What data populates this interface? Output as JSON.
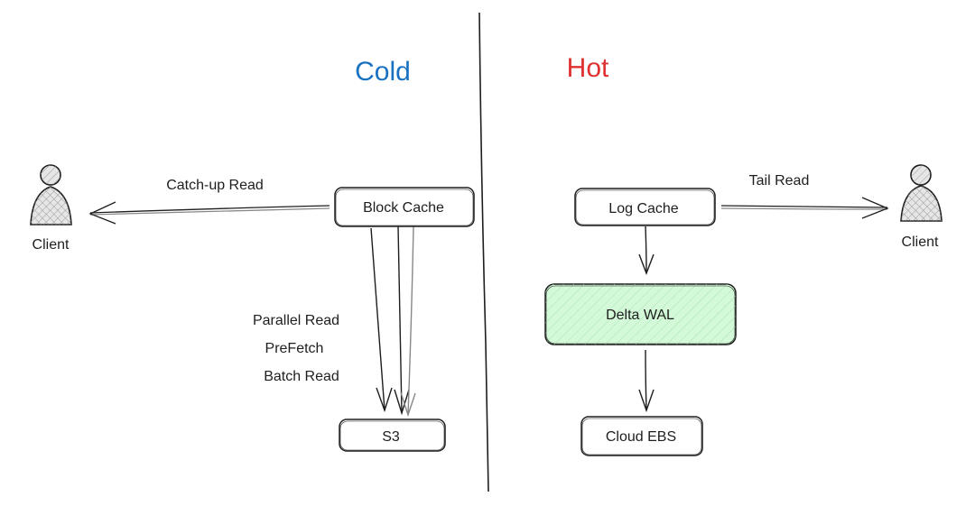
{
  "sections": {
    "cold": {
      "title": "Cold",
      "color": "#1971c2"
    },
    "hot": {
      "title": "Hot",
      "color": "#e03131"
    }
  },
  "nodes": {
    "block_cache": "Block Cache",
    "s3": "S3",
    "log_cache": "Log Cache",
    "delta_wal": "Delta WAL",
    "cloud_ebs": "Cloud EBS"
  },
  "clients": {
    "left": "Client",
    "right": "Client"
  },
  "edges": {
    "catch_up_read": "Catch-up Read",
    "tail_read": "Tail Read",
    "parallel_read": "Parallel Read",
    "prefetch": "PreFetch",
    "batch_read": "Batch Read"
  },
  "colors": {
    "stroke": "#1e1e1e",
    "wal_fill": "#d3f9d8",
    "client_fill": "#e6e6e6"
  }
}
